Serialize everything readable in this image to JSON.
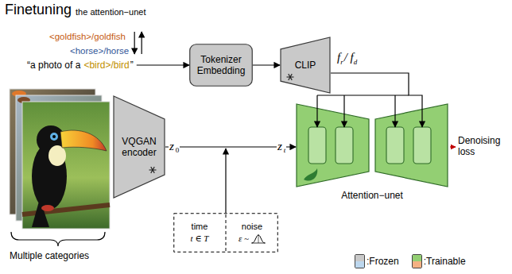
{
  "diagram": {
    "title": "Finetuning",
    "nodes": [
      {
        "text": [
          "Tokenizer Embedding"
        ]
      },
      {
        "text": [
          "CLIP"
        ]
      },
      {
        "text": [
          "VQGAN encoder"
        ]
      },
      {
        "text": [
          "Attention−unet"
        ]
      },
      {
        "text": [
          "time",
          "t ∈ T",
          "noise",
          "ε ~"
        ]
      }
    ],
    "edges": [
      {
        "from": 0,
        "to": 1,
        "arrow": "to"
      },
      {
        "from": 1,
        "to": 3,
        "arrow": "to"
      },
      {
        "from": 2,
        "to": 3,
        "arrow": "to"
      }
    ],
    "labels": [
      "the attention−unet",
      "<goldfish>/goldfish",
      "<horse>/horse",
      "“a photo of a",
      "<bird>/bird",
      "”",
      "f",
      "r",
      "/ f",
      "d",
      "z",
      "0",
      "z",
      "t",
      "Denoising loss",
      "Multiple categories"
    ],
    "legend": [
      {
        "text": ":Frozen",
        "color": "#c9c9c9"
      },
      {
        "text": ":Trainable",
        "color": "#93cf73"
      }
    ]
  }
}
